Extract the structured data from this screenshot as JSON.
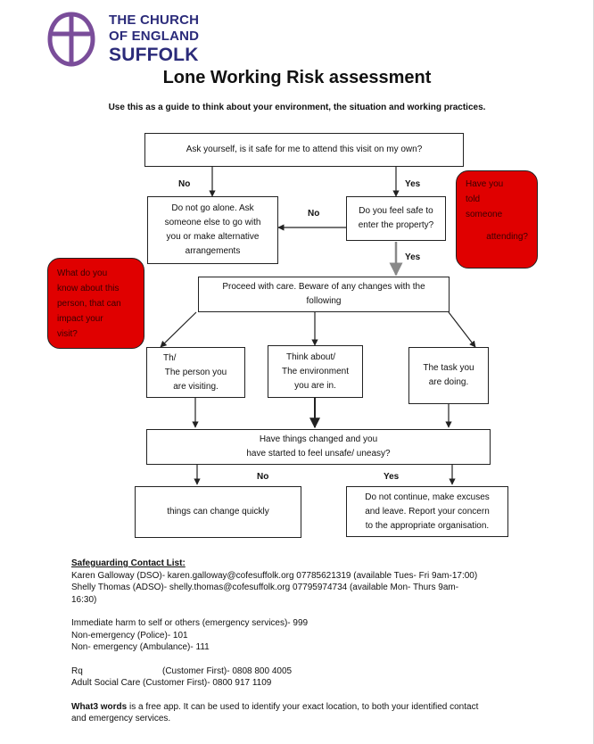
{
  "logo": {
    "line1": "THE CHURCH",
    "line2": "OF ENGLAND",
    "line3": "SUFFOLK"
  },
  "title": "Lone Working Risk assessment",
  "subtitle": "Use this as a guide to think about your environment, the situation and working practices.",
  "flow": {
    "q1": "Ask yourself, is it safe for me to attend this visit on my own?",
    "no1": "No",
    "yes1": "Yes",
    "no_alone": [
      "Do not go alone. Ask",
      "someone else to go with",
      "you or make alternative",
      "arrangements"
    ],
    "no2": "No",
    "q2": [
      "Do you feel safe to",
      "enter the property?"
    ],
    "yes2": "Yes",
    "proceed": [
      "Proceed with care. Beware of any changes with the",
      "following"
    ],
    "person": [
      "Th/",
      "The person you",
      "are visiting."
    ],
    "environment": [
      "Think about/",
      "The environment",
      "you are in."
    ],
    "task": [
      "The task you",
      "are doing."
    ],
    "changed": [
      "Have things changed and you",
      "have started to feel unsafe/ uneasy?"
    ],
    "no3": "No",
    "yes3": "Yes",
    "change_quick": "things can change quickly",
    "discontinue": [
      "Do not continue, make excuses",
      "and leave.  Report your concern",
      "to the appropriate organisation."
    ],
    "red_right": [
      "Have you",
      "told",
      "someone",
      "",
      "attending?"
    ],
    "red_left": [
      "What do you",
      "know about this",
      "person, that can",
      "impact your",
      "visit?"
    ]
  },
  "contacts": {
    "heading": "Safeguarding Contact List:",
    "lines": [
      "Karen Galloway (DSO)- karen.galloway@cofesuffolk.org    07785621319 (available Tues- Fri 9am-17:00)",
      "Shelly Thomas (ADSO)- shelly.thomas@cofesuffolk.org    07795974734 (available Mon- Thurs 9am-",
      "16:30)"
    ],
    "emergency": [
      "Immediate harm to self or others (emergency services)- 999",
      "Non-emergency (Police)- 101",
      "Non- emergency (Ambulance)- 111"
    ],
    "customer_first_left": "Rq",
    "customer_first_right": "(Customer First)- 0808 800 4005",
    "adult_social": "Adult Social Care (Customer First)- 0800 917 1109",
    "what3words_bold": "What3 words",
    "what3words_rest": " is a free app. It can be used to identify your exact location, to both your identified contact",
    "what3words_line2": "and emergency services."
  }
}
